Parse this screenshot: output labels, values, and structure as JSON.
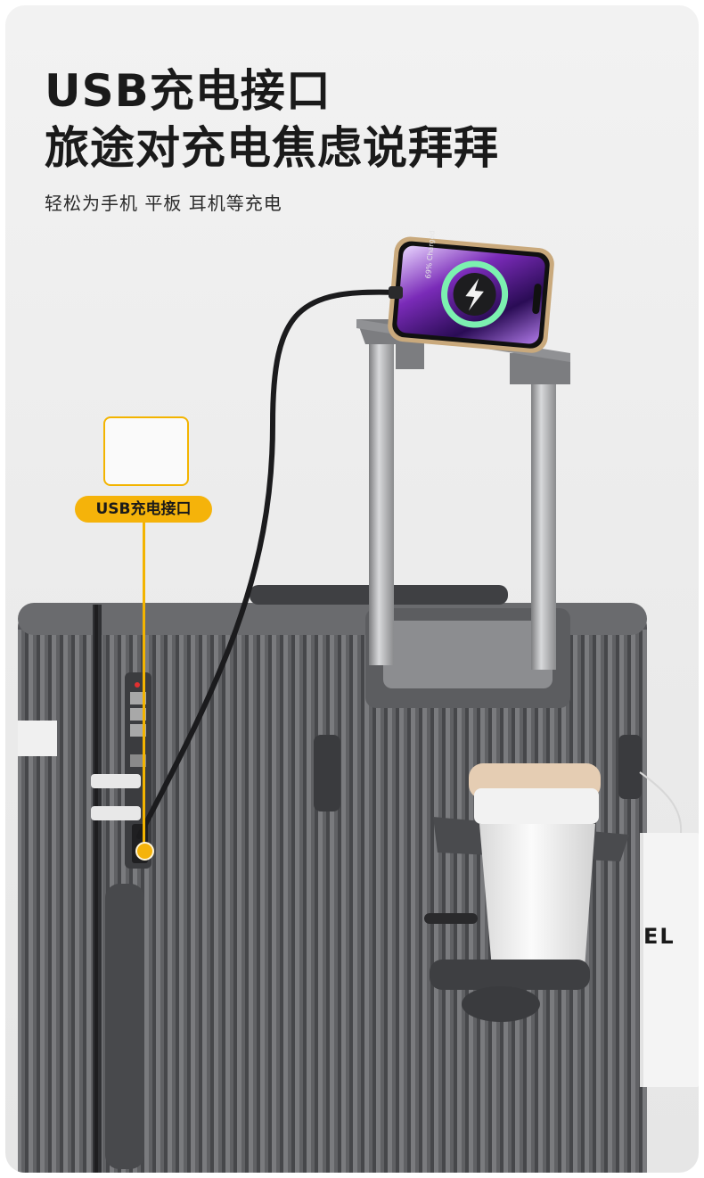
{
  "headline": {
    "line1": "USB充电接口",
    "line2": "旅途对充电焦虑说拜拜"
  },
  "subheadline": "轻松为手机 平板 耳机等充电",
  "callout": {
    "label": "USB充电接口",
    "icon": "usb-port-icon",
    "accent_color": "#F5B30A"
  },
  "phone": {
    "status_text": "69% Charged",
    "icon": "lightning-bolt-icon"
  },
  "bag": {
    "partial_text": "EL"
  },
  "colors": {
    "luggage_body": "#5b5c5e",
    "background": "#ececec",
    "accent": "#F5B30A"
  }
}
